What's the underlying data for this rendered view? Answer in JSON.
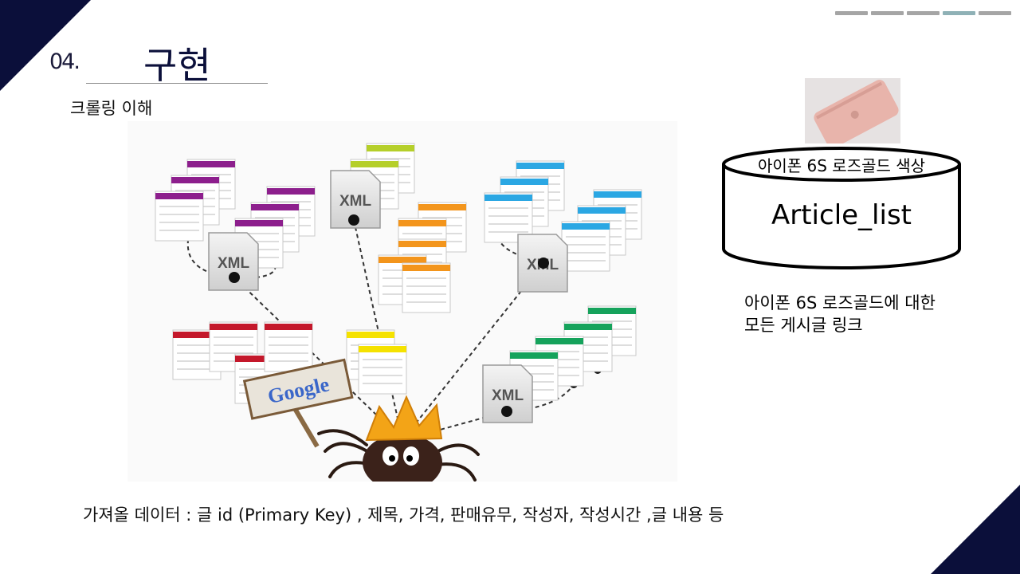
{
  "slide": {
    "section_number": "04.",
    "section_title": "구현",
    "subtitle": "크롤링 이해",
    "progress": {
      "segments": 5,
      "active_index": 3
    }
  },
  "illustration": {
    "xml_label": "XML",
    "google_label": "Google",
    "colors": {
      "purple": "#8d1f8d",
      "lime": "#b5cf2a",
      "orange": "#f3951c",
      "blue": "#2ba7e3",
      "red": "#c4182b",
      "yellow": "#f5e200",
      "green": "#16a35c",
      "crown": "#f3a417"
    }
  },
  "database": {
    "top_label": "아이폰 6S 로즈골드 색상",
    "name": "Article_list",
    "description": [
      "아이폰 6S 로즈골드에 대한",
      "모든 게시글 링크"
    ]
  },
  "footer": {
    "text": "가져올 데이터 : 글 id (Primary Key) , 제목, 가격, 판매유무, 작성자, 작성시간 ,글 내용 등"
  },
  "theme": {
    "navy": "#0b0f3a",
    "progress_gray": "#a5a5a5",
    "progress_active": "#8fb1b6"
  }
}
